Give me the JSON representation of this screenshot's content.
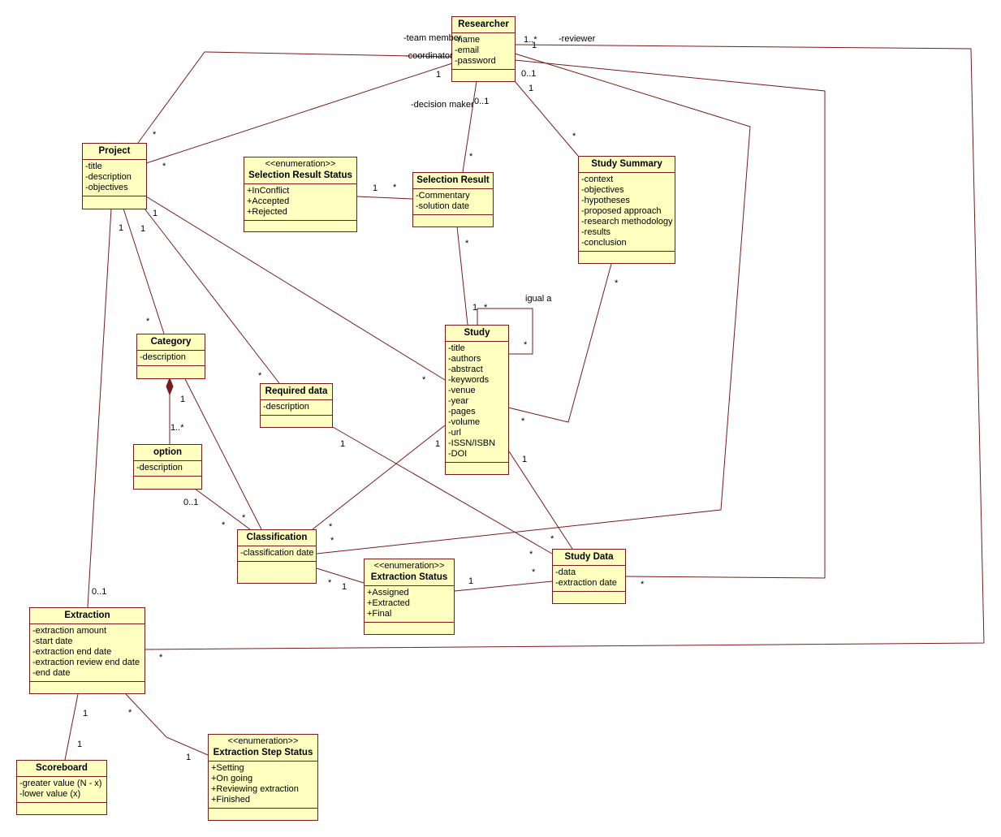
{
  "classes": {
    "researcher": {
      "name": "Researcher",
      "attributes": [
        "-name",
        "-email",
        "-password"
      ]
    },
    "project": {
      "name": "Project",
      "attributes": [
        "-title",
        "-description",
        "-objectives"
      ]
    },
    "selection_result_status": {
      "stereotype": "<<enumeration>>",
      "name": "Selection Result Status",
      "attributes": [
        "+InConflict",
        "+Accepted",
        "+Rejected"
      ]
    },
    "selection_result": {
      "name": "Selection Result",
      "attributes": [
        "-Commentary",
        "-solution date"
      ]
    },
    "study_summary": {
      "name": "Study Summary",
      "attributes": [
        "-context",
        "-objectives",
        "-hypotheses",
        "-proposed approach",
        "-research methodology",
        "-results",
        "-conclusion"
      ]
    },
    "category": {
      "name": "Category",
      "attributes": [
        "-description"
      ]
    },
    "required_data": {
      "name": "Required data",
      "attributes": [
        "-description"
      ]
    },
    "study": {
      "name": "Study",
      "attributes": [
        "-title",
        "-authors",
        "-abstract",
        "-keywords",
        "-venue",
        "-year",
        "-pages",
        "-volume",
        "-url",
        "-ISSN/ISBN",
        "-DOI"
      ]
    },
    "option": {
      "name": "option",
      "attributes": [
        "-description"
      ]
    },
    "classification": {
      "name": "Classification",
      "attributes": [
        "-classification date"
      ]
    },
    "extraction_status": {
      "stereotype": "<<enumeration>>",
      "name": "Extraction Status",
      "attributes": [
        "+Assigned",
        "+Extracted",
        "+Final"
      ]
    },
    "study_data": {
      "name": "Study Data",
      "attributes": [
        "-data",
        "-extraction date"
      ]
    },
    "extraction": {
      "name": "Extraction",
      "attributes": [
        "-extraction amount",
        "-start date",
        "-extraction end date",
        "-extraction review end date",
        "-end date"
      ]
    },
    "scoreboard": {
      "name": "Scoreboard",
      "attributes": [
        "-greater value (N - x)",
        "-lower value (x)"
      ]
    },
    "extraction_step_status": {
      "stereotype": "<<enumeration>>",
      "name": "Extraction Step Status",
      "attributes": [
        "+Setting",
        "+On going",
        "+Reviewing extraction",
        "+Finished"
      ]
    }
  },
  "labels": {
    "team_member": "-team member",
    "coordinator": "-coordinator",
    "reviewer": "-reviewer",
    "decision_maker": "-decision maker",
    "igual_a": "igual a",
    "m_1_star": "1..*",
    "m_1": "1",
    "m_star": "*",
    "m_0_1": "0..1"
  },
  "colors": {
    "class_fill": "#ffffc0",
    "line": "#7a1a1a"
  }
}
